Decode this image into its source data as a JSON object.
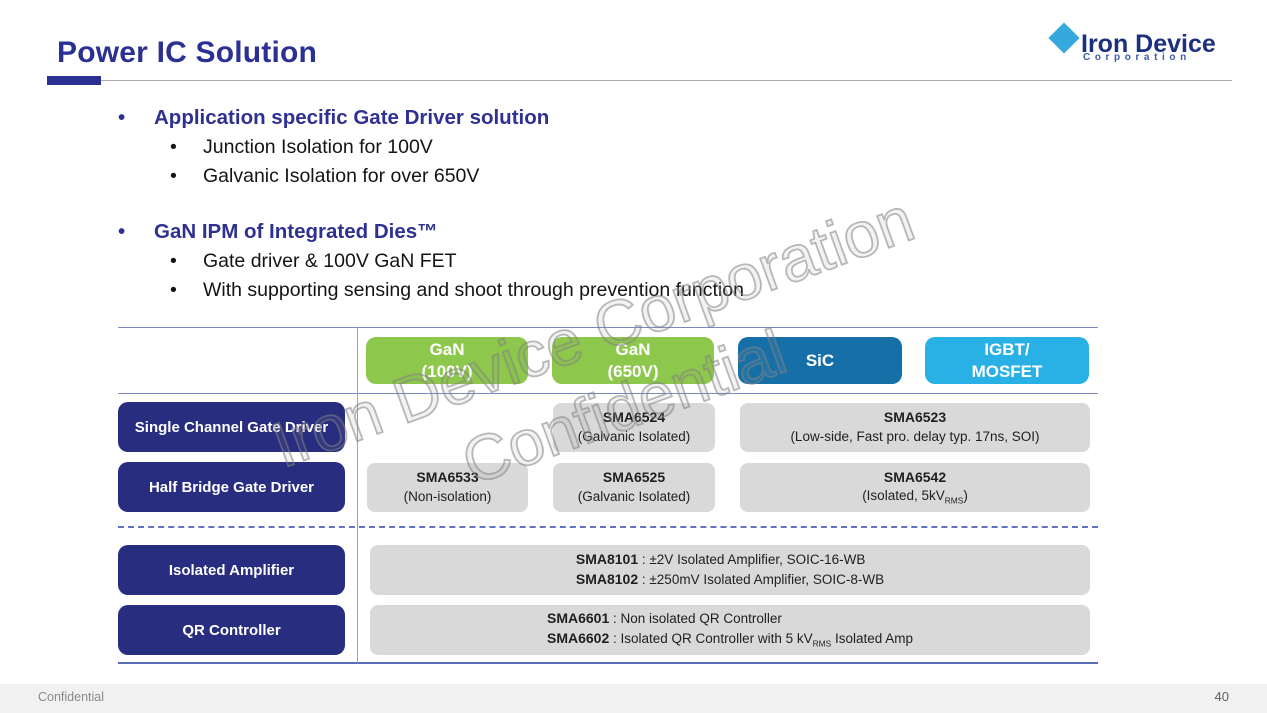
{
  "slide": {
    "title": "Power IC Solution",
    "footer_label": "Confidential",
    "page_number": "40"
  },
  "logo": {
    "name": "Iron Device",
    "subtitle": "Corporation"
  },
  "ui": {
    "bullet": "•"
  },
  "bullets": {
    "section1": {
      "heading": "Application specific Gate Driver solution",
      "items": [
        "Junction Isolation for 100V",
        "Galvanic Isolation for over 650V"
      ]
    },
    "section2": {
      "heading": "GaN IPM of Integrated Dies™",
      "items": [
        "Gate driver & 100V GaN FET",
        "With supporting sensing and shoot through prevention function"
      ]
    }
  },
  "watermark": {
    "line1": "Iron Device Corporation",
    "line2": "Confidential"
  },
  "colors": {
    "title_blue": "#2b3093",
    "heading_blue": "#2e3192",
    "logo_navy": "#1c2f80",
    "logo_light_blue": "#35a8dc",
    "logo_sub_blue": "#3f5aa9",
    "gan_green": "#8dc74b",
    "sic_blue": "#176fa8",
    "igbt_blue": "#29b1e6",
    "row_navy": "#282d7f",
    "cell_gray": "#d9d9d9"
  },
  "table": {
    "columns": [
      {
        "line1": "GaN",
        "line2": "(100V)"
      },
      {
        "line1": "GaN",
        "line2": "(650V)"
      },
      {
        "line1": "SiC",
        "line2": ""
      },
      {
        "line1": "IGBT/",
        "line2": "MOSFET"
      }
    ],
    "rows": [
      {
        "label": "Single Channel Gate Driver"
      },
      {
        "label": "Half Bridge Gate Driver"
      },
      {
        "label": "Isolated Amplifier"
      },
      {
        "label": "QR Controller"
      }
    ],
    "cells": {
      "sma6524": {
        "part": "SMA6524",
        "desc": "(Galvanic Isolated)"
      },
      "sma6523": {
        "part": "SMA6523",
        "desc": "(Low-side, Fast pro. delay typ. 17ns, SOI)"
      },
      "sma6533": {
        "part": "SMA6533",
        "desc": "(Non-isolation)"
      },
      "sma6525": {
        "part": "SMA6525",
        "desc": "(Galvanic Isolated)"
      },
      "sma6542": {
        "part": "SMA6542",
        "desc_pre": "(Isolated, 5kV",
        "desc_sub": "RMS",
        "desc_post": ")"
      },
      "amp_line1": {
        "part": "SMA8101",
        "sep": " : ",
        "desc": "±2V Isolated Amplifier, SOIC-16-WB"
      },
      "amp_line2": {
        "part": "SMA8102",
        "sep": " : ",
        "desc": "±250mV Isolated Amplifier, SOIC-8-WB"
      },
      "qr_line1": {
        "part": "SMA6601",
        "sep": " : ",
        "desc": "Non isolated QR Controller"
      },
      "qr_line2": {
        "part": "SMA6602",
        "sep": " :  ",
        "desc_pre": "Isolated QR Controller with 5 kV",
        "desc_sub": "RMS",
        "desc_post": " Isolated Amp"
      }
    }
  }
}
